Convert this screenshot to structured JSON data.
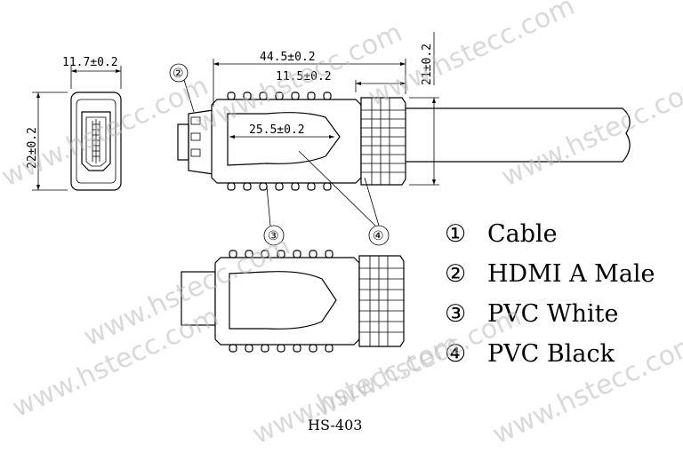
{
  "dimensions": {
    "socket_width": "11.7±0.2",
    "socket_height": "22±0.2",
    "overall_length": "44.5±0.2",
    "boot_length": "11.5±0.2",
    "boot_height": "21±0.2",
    "insert_length": "25.5±0.2"
  },
  "callouts": {
    "two": "②",
    "three": "③",
    "four": "④"
  },
  "legend": [
    {
      "num": "①",
      "label": "Cable"
    },
    {
      "num": "②",
      "label": "HDMI A Male"
    },
    {
      "num": "③",
      "label": "PVC White"
    },
    {
      "num": "④",
      "label": "PVC Black"
    }
  ],
  "model": "HS-403",
  "watermark": "www.hstecc.com"
}
